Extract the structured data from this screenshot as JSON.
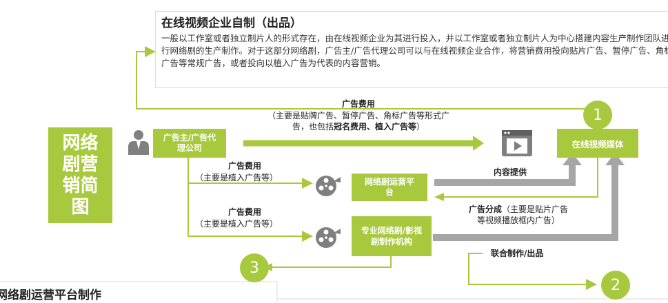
{
  "top_box": {
    "title": "在线视频企业自制（出品）",
    "body": "一般以工作室或者独立制片人的形式存在，由在线视频企业为其进行投入，并以工作室或者独立制片人为中心搭建内容生产制作团队进行网络剧的生产制作。对于这部分网络剧，广告主/广告代理公司可以与在线视频企业合作，将营销费用投向贴片广告、暂停广告、角标广告等常规广告，或者投向以植入广告为代表的内容营销。"
  },
  "title_box": "网络剧营销简图",
  "advertiser": "广告主/广告代理公司",
  "online_media": "在线视频媒体",
  "ops_platform": "网络剧运营平台",
  "production": "专业网络剧/影视剧制作机构",
  "fee_top": {
    "label": "广告费用",
    "desc_line1": "（主要是贴牌广告、暂停广告、角标广告等形式广",
    "desc_line2_prefix": "告，也包括",
    "desc_line2_bold": "冠名费用、植入广告等",
    "desc_line2_suffix": "）"
  },
  "fee_mid": {
    "label": "广告费用",
    "desc": "（主要是植入广告等）"
  },
  "fee_low": {
    "label": "广告费用",
    "desc": "（主要是植入广告等）"
  },
  "content_supply": "内容提供",
  "ad_share": {
    "label_bold": "广告分成",
    "line1_rest": "（主要是贴片广告",
    "line2": "等视频播放框内广告）"
  },
  "joint": "联合制作/出品",
  "circles": {
    "c1": "1",
    "c2": "2",
    "c3": "3"
  },
  "bottom_heading": "网络剧运营平台制作",
  "colors": {
    "green": "#a8c93d",
    "gray": "#a6a6a6"
  }
}
